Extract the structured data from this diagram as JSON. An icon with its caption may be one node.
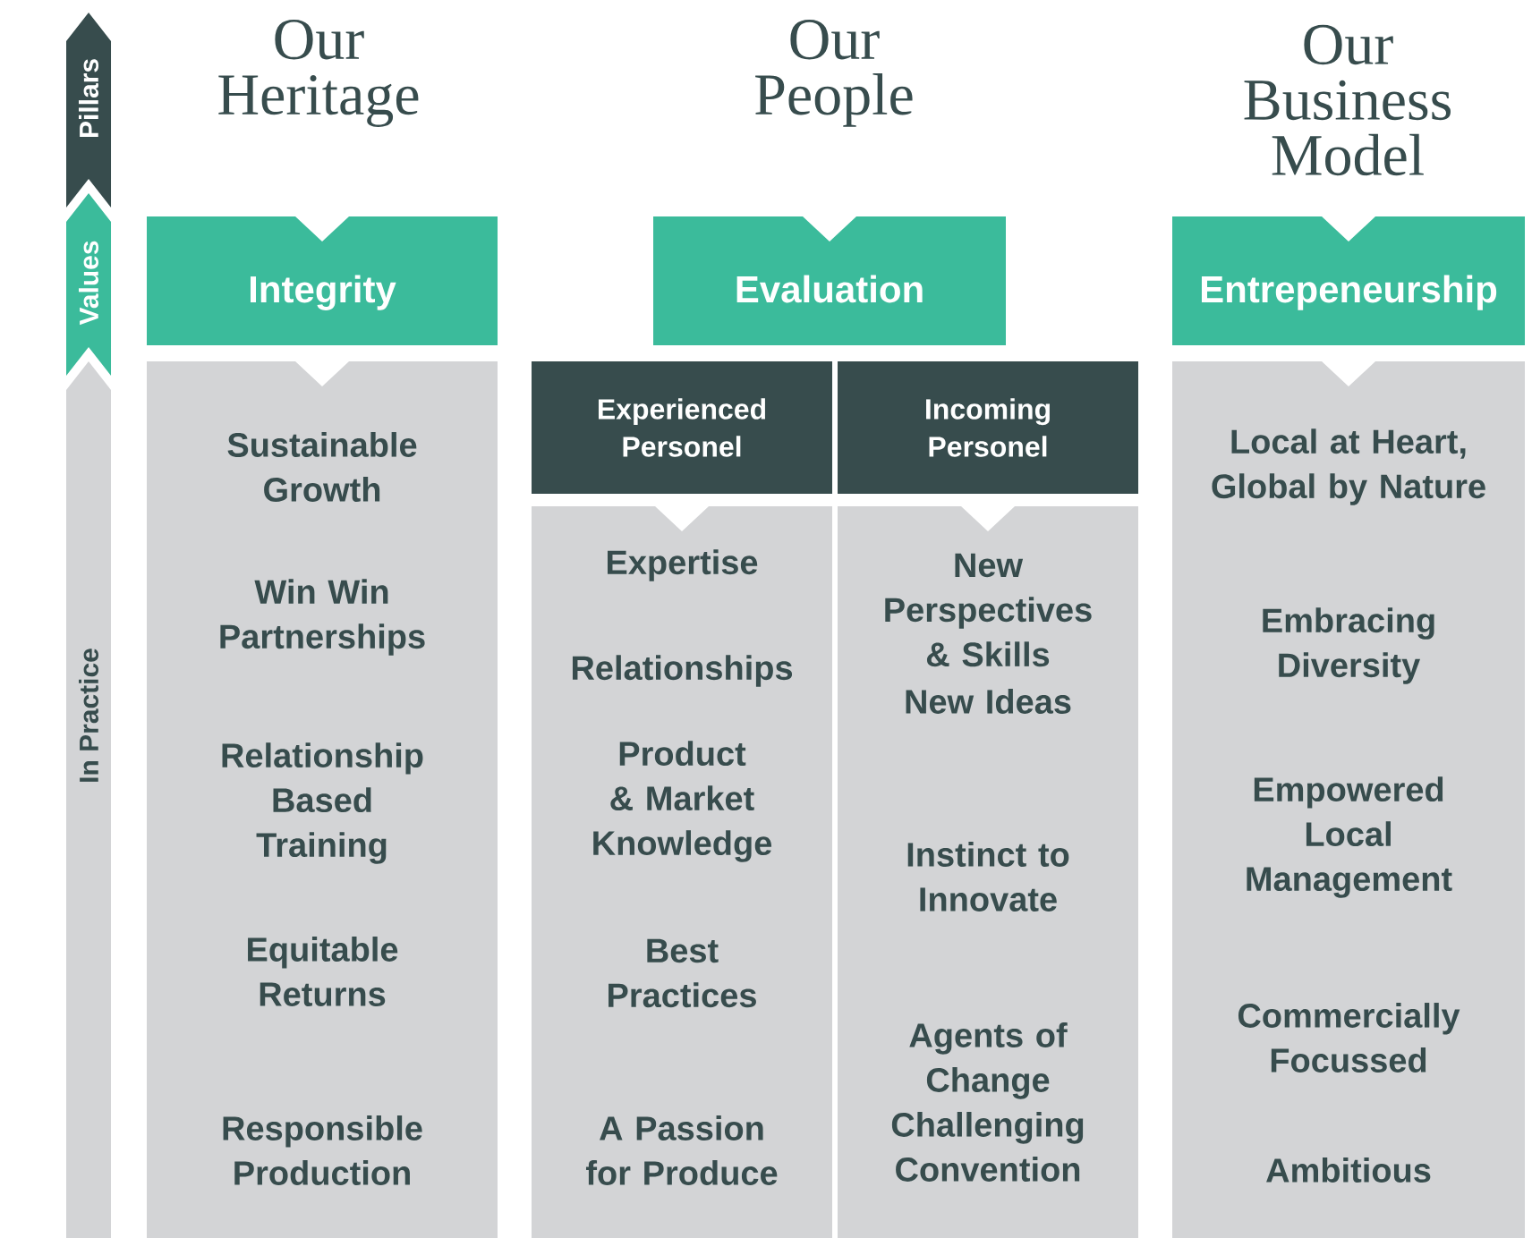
{
  "diagram": {
    "nodes": [
      {
        "text": [
          "Pillars"
        ]
      },
      {
        "text": [
          "Values"
        ]
      },
      {
        "text": [
          "In Practice"
        ]
      },
      {
        "text": [
          "Integrity"
        ]
      },
      {
        "text": [
          "Sustainable Growth",
          "Win Win Partnerships",
          "Relationship Based Training",
          "Equitable Returns",
          "Responsible Production"
        ]
      },
      {
        "text": [
          "Evaluation"
        ]
      },
      {
        "text": [
          "Experienced Personel"
        ]
      },
      {
        "text": [
          "Incoming Personel"
        ]
      },
      {
        "text": [
          "Expertise",
          "Relationships",
          "Product & Market Knowledge",
          "Best Practices",
          "A Passion for Produce"
        ]
      },
      {
        "text": [
          "New Perspectives & Skills",
          "New Ideas",
          "Instinct to Innovate",
          "Agents of Change Challenging Convention"
        ]
      },
      {
        "text": [
          "Entrepeneurship"
        ]
      },
      {
        "text": [
          "Local at Heart, Global by Nature",
          "Embracing Diversity",
          "Empowered Local Management",
          "Commercially Focussed",
          "Ambitious"
        ]
      }
    ],
    "edges": [],
    "labels": [
      "Our Heritage",
      "Our People",
      "Our Business Model"
    ]
  }
}
